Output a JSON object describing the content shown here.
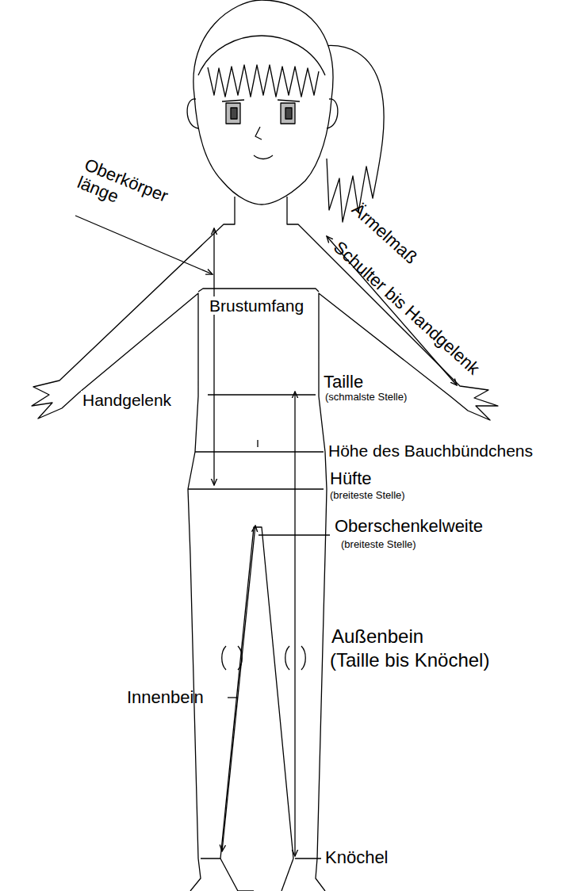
{
  "diagram": {
    "labels": [
      "Oberkörper länge",
      "Ärmelmaß",
      "Schulter bis Handgelenk",
      "Brustumfang",
      "Handgelenk",
      "Taille",
      "(schmalste Stelle)",
      "Höhe des Bauchbündchens",
      "Hüfte",
      "(breiteste Stelle)",
      "Oberschenkelweite",
      "(breiteste Stelle)",
      "Außenbein",
      "(Taille bis Knöchel)",
      "Innenbein",
      "Knöchel"
    ]
  }
}
